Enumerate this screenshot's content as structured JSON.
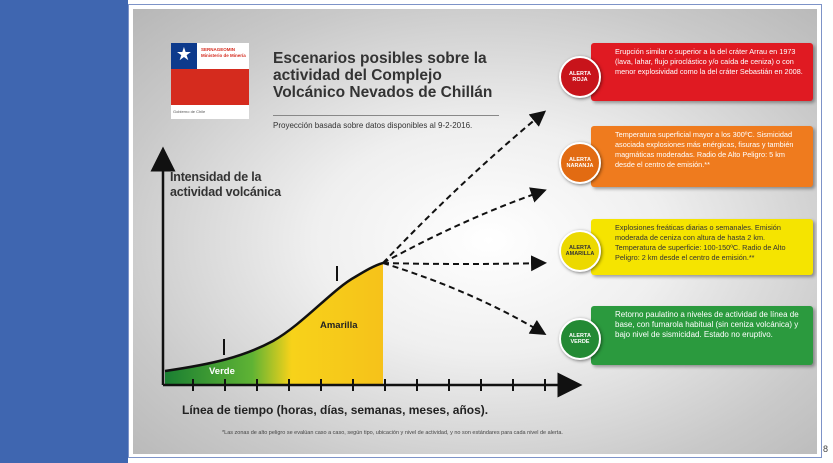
{
  "slide": {
    "title": "Escenarios posibles sobre la actividad del Complejo Volcánico Nevados de Chillán",
    "subtitle": "Proyección basada sobre datos disponibles al 9-2-2016.",
    "y_axis_label": "Intensidad de la actividad volcánica",
    "x_axis_label": "Línea de tiempo (horas, días, semanas, meses, años).",
    "footnote": "*Las zonas de alto peligro se evalúan caso a caso, según tipo, ubicación y nivel de actividad, y no son estándares para cada nivel de alerta.",
    "page_number": "8"
  },
  "logo": {
    "org_text": "SERNAGEOMIN Ministerio de Minería",
    "sub_text": "Gobierno de Chile"
  },
  "curve_labels": {
    "verde": "Verde",
    "amarilla": "Amarilla"
  },
  "alerts": {
    "red": {
      "badge": "ALERTA ROJA",
      "text": "Erupción similar o superior a la del cráter Arrau en 1973 (lava, lahar, flujo piroclástico y/o caída de ceniza) o con menor explosividad como la del cráter Sebastián en 2008.",
      "color": "#e01a22"
    },
    "orange": {
      "badge": "ALERTA NARANJA",
      "text": "Temperatura superficial mayor a los 300ºC. Sismicidad asociada explosiones más enérgicas, fisuras y también magmáticas moderadas. Radio de Alto Peligro: 5 km desde el centro de emisión.**",
      "color": "#ef7b1e"
    },
    "yellow": {
      "badge": "ALERTA AMARILLA",
      "text": "Explosiones freáticas diarias o semanales. Emisión moderada de ceniza con altura de hasta 2 km. Temperatura de superficie: 100-150ºC. Radio de Alto Peligro: 2 km desde el centro de emisión.**",
      "color": "#f5e400"
    },
    "green": {
      "badge": "ALERTA VERDE",
      "text": "Retorno paulatino a niveles de actividad de línea de base, con fumarola habitual (sin ceniza volcánica) y bajo nivel de sismicidad. Estado no eruptivo.",
      "color": "#2b9a3e"
    }
  },
  "colors": {
    "frame_blue": "#3f66b0",
    "verde": "#1f8a35",
    "amarilla": "#f7c51a"
  }
}
